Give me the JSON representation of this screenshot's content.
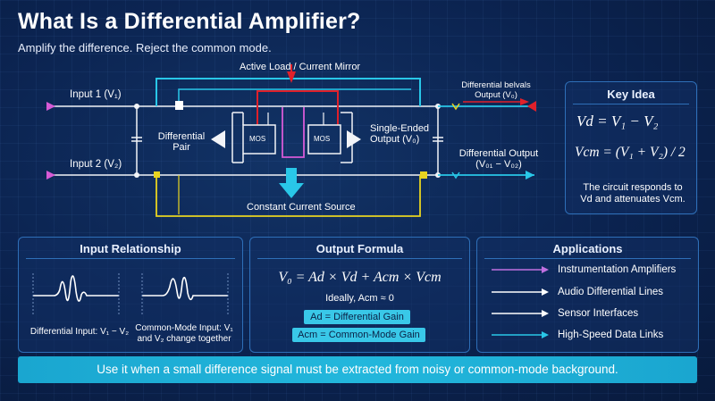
{
  "header": {
    "title": "What Is a Differential Amplifier?",
    "subtitle": "Amplify the difference. Reject the common mode."
  },
  "circuit": {
    "active_load_label": "Active Load / Current Mirror",
    "input1_label": "Input 1 (V₁)",
    "input2_label": "Input 2 (V₂)",
    "differential_pair_label": "Differential\nPair",
    "mos_left": "MOS",
    "mos_right": "MOS",
    "single_ended_label": "Single-Ended\nOutput (V₀)",
    "differential_output_top_label": "Differential belvals\nOutput (V₀)",
    "differential_output_label": "Differential Output\n(V₀₁ − V₀₂)",
    "current_source_label": "Constant Current Source",
    "colors": {
      "cyan": "#29c7e8",
      "yellow": "#e8d420",
      "red": "#e0202a",
      "magenta": "#d65ad6",
      "white": "#f2f4f8"
    }
  },
  "key_idea": {
    "title": "Key Idea",
    "eq1": "Vd = V₁ − V₂",
    "eq2": "Vcm = (V₁ + V₂) / 2",
    "note": "The circuit responds to Vd and attenuates Vcm."
  },
  "input_relationship": {
    "title": "Input Relationship",
    "differential_caption": "Differential Input: V₁ − V₂",
    "common_mode_caption": "Common-Mode Input: V₁\nand V₂ change together"
  },
  "output_formula": {
    "title": "Output Formula",
    "formula": "V₀ = Ad × Vd + Acm × Vcm",
    "ideal_note": "Ideally, Acm ≈ 0",
    "ad_chip": "Ad = Differential Gain",
    "acm_chip": "Acm = Common-Mode Gain"
  },
  "applications": {
    "title": "Applications",
    "items": [
      {
        "label": "Instrumentation Amplifiers",
        "color": "#c070e0"
      },
      {
        "label": "Audio Differential Lines",
        "color": "#ffffff"
      },
      {
        "label": "Sensor Interfaces",
        "color": "#ffffff"
      },
      {
        "label": "High-Speed Data Links",
        "color": "#29c7e8"
      }
    ]
  },
  "footer": {
    "banner": "Use it when a small difference signal must be extracted from noisy or common-mode background."
  }
}
